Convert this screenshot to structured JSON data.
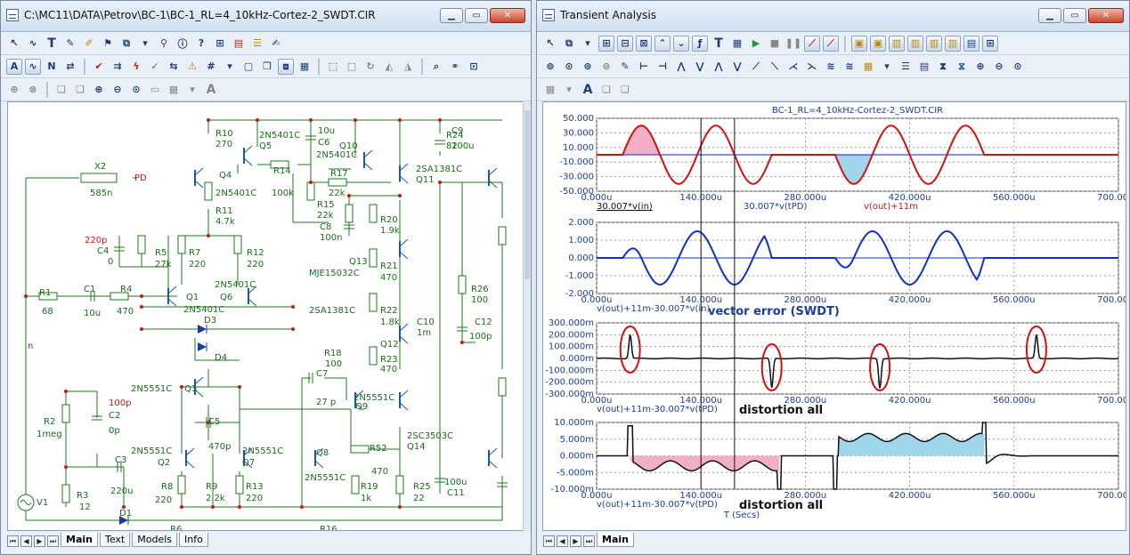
{
  "left_window": {
    "title": "C:\\MC11\\DATA\\Petrov\\BC-1\\BC-1_RL=4_10kHz-Cortez-2_SWDT.CIR",
    "tabs": [
      "Main",
      "Text",
      "Models",
      "Info"
    ],
    "schematic": {
      "labels": [
        {
          "id": "x2",
          "text": "X2"
        },
        {
          "id": "x2v",
          "text": "585n"
        },
        {
          "id": "pd",
          "text": "PD"
        },
        {
          "id": "r10",
          "text": "R10"
        },
        {
          "id": "r10v",
          "text": "270"
        },
        {
          "id": "q5",
          "text": "2N5401C"
        },
        {
          "id": "q5n",
          "text": "Q5"
        },
        {
          "id": "q4",
          "text": "Q4"
        },
        {
          "id": "q4v",
          "text": "2N5401C"
        },
        {
          "id": "r14",
          "text": "R14"
        },
        {
          "id": "r14v",
          "text": "100k"
        },
        {
          "id": "c6a",
          "text": "10u"
        },
        {
          "id": "c6",
          "text": "C6"
        },
        {
          "id": "q10v",
          "text": "2N5401C"
        },
        {
          "id": "q10",
          "text": "Q10"
        },
        {
          "id": "r17",
          "text": "R17"
        },
        {
          "id": "r17v",
          "text": "22k"
        },
        {
          "id": "r24",
          "text": "R24"
        },
        {
          "id": "r24v",
          "text": "82"
        },
        {
          "id": "c9",
          "text": "C9"
        },
        {
          "id": "c9v",
          "text": "100u"
        },
        {
          "id": "q11v",
          "text": "2SA1381C"
        },
        {
          "id": "q11",
          "text": "Q11"
        },
        {
          "id": "r11",
          "text": "R11"
        },
        {
          "id": "r11v",
          "text": "4.7k"
        },
        {
          "id": "r15",
          "text": "R15"
        },
        {
          "id": "r15v",
          "text": "22k"
        },
        {
          "id": "c8",
          "text": "C8"
        },
        {
          "id": "c8v",
          "text": "100n"
        },
        {
          "id": "r20",
          "text": "R20"
        },
        {
          "id": "r20v",
          "text": "1.9k"
        },
        {
          "id": "c4v",
          "text": "220p"
        },
        {
          "id": "c4",
          "text": "C4"
        },
        {
          "id": "c4z",
          "text": "0"
        },
        {
          "id": "r5",
          "text": "R5"
        },
        {
          "id": "r5v",
          "text": "27k"
        },
        {
          "id": "r7",
          "text": "R7"
        },
        {
          "id": "r7v",
          "text": "220"
        },
        {
          "id": "r12",
          "text": "R12"
        },
        {
          "id": "r12v",
          "text": "220"
        },
        {
          "id": "q13",
          "text": "Q13"
        },
        {
          "id": "q13v",
          "text": "MJE15032C"
        },
        {
          "id": "r21",
          "text": "R21"
        },
        {
          "id": "r21v",
          "text": "470"
        },
        {
          "id": "r26",
          "text": "R26"
        },
        {
          "id": "r26v",
          "text": "100"
        },
        {
          "id": "r1",
          "text": "R1"
        },
        {
          "id": "r1v",
          "text": "68"
        },
        {
          "id": "c1",
          "text": "C1"
        },
        {
          "id": "c1v",
          "text": "10u"
        },
        {
          "id": "r4",
          "text": "R4"
        },
        {
          "id": "r4v",
          "text": "470"
        },
        {
          "id": "q1",
          "text": "Q1"
        },
        {
          "id": "q1v",
          "text": "2N5401C"
        },
        {
          "id": "q6v",
          "text": "2N5401C"
        },
        {
          "id": "q6",
          "text": "Q6"
        },
        {
          "id": "d3",
          "text": "D3"
        },
        {
          "id": "d4",
          "text": "D4"
        },
        {
          "id": "q12v",
          "text": "2SA1381C"
        },
        {
          "id": "r22",
          "text": "R22"
        },
        {
          "id": "r22v",
          "text": "1.8k"
        },
        {
          "id": "c10",
          "text": "C10"
        },
        {
          "id": "c10v",
          "text": "1m"
        },
        {
          "id": "c12",
          "text": "C12"
        },
        {
          "id": "c12v",
          "text": "100p"
        },
        {
          "id": "q12",
          "text": "Q12"
        },
        {
          "id": "r18",
          "text": "R18"
        },
        {
          "id": "r18v",
          "text": "100"
        },
        {
          "id": "r23",
          "text": "R23"
        },
        {
          "id": "r23v",
          "text": "470"
        },
        {
          "id": "n",
          "text": "n"
        },
        {
          "id": "q3v",
          "text": "2N5551C"
        },
        {
          "id": "q3",
          "text": "Q3"
        },
        {
          "id": "c7",
          "text": "C7"
        },
        {
          "id": "c7v",
          "text": "27 p"
        },
        {
          "id": "q9v",
          "text": "2N5551C"
        },
        {
          "id": "q9",
          "text": "Q9"
        },
        {
          "id": "r2",
          "text": "R2"
        },
        {
          "id": "r2v",
          "text": "1meg"
        },
        {
          "id": "c2v",
          "text": "100p"
        },
        {
          "id": "c2",
          "text": "C2"
        },
        {
          "id": "c2z",
          "text": "0p"
        },
        {
          "id": "c5",
          "text": "C5"
        },
        {
          "id": "c5v",
          "text": "470p"
        },
        {
          "id": "q2v",
          "text": "2N5551C"
        },
        {
          "id": "q2",
          "text": "Q2"
        },
        {
          "id": "q7v",
          "text": "2N5551C"
        },
        {
          "id": "q7",
          "text": "Q7"
        },
        {
          "id": "q8",
          "text": "Q8"
        },
        {
          "id": "q8v",
          "text": "2N5551C"
        },
        {
          "id": "r52",
          "text": "R52"
        },
        {
          "id": "r52v",
          "text": "470"
        },
        {
          "id": "q14v",
          "text": "2SC3503C"
        },
        {
          "id": "q14",
          "text": "Q14"
        },
        {
          "id": "c3",
          "text": "C3"
        },
        {
          "id": "c3v",
          "text": "220u"
        },
        {
          "id": "r8",
          "text": "R8"
        },
        {
          "id": "r8v",
          "text": "220"
        },
        {
          "id": "r9",
          "text": "R9"
        },
        {
          "id": "r9v",
          "text": "2.2k"
        },
        {
          "id": "r13",
          "text": "R13"
        },
        {
          "id": "r13v",
          "text": "220"
        },
        {
          "id": "r19",
          "text": "R19"
        },
        {
          "id": "r19v",
          "text": "1k"
        },
        {
          "id": "r25",
          "text": "R25"
        },
        {
          "id": "r25v",
          "text": "22"
        },
        {
          "id": "c11v",
          "text": "100u"
        },
        {
          "id": "c11",
          "text": "C11"
        },
        {
          "id": "r3",
          "text": "R3"
        },
        {
          "id": "r3v",
          "text": "12"
        },
        {
          "id": "v1",
          "text": "V1"
        },
        {
          "id": "d1",
          "text": "D1"
        },
        {
          "id": "r6",
          "text": "R6"
        },
        {
          "id": "r16",
          "text": "R16"
        }
      ]
    }
  },
  "right_window": {
    "title": "Transient Analysis",
    "tabs": [
      "Main"
    ],
    "chart_data": {
      "type": "line",
      "title": "BC-1_RL=4_10kHz-Cortez-2_SWDT.CIR",
      "xlabel": "T (Secs)",
      "x_ticks": [
        "0.000u",
        "140.000u",
        "280.000u",
        "420.000u",
        "560.000u",
        "700.000u"
      ],
      "panels": [
        {
          "y_ticks": [
            "50.000",
            "30.000",
            "10.000",
            "-10.000",
            "-30.000",
            "-50.000"
          ],
          "ylim": [
            -50,
            50
          ],
          "legend": [
            "30.007*v(in)",
            "30.007*v(tPD)",
            "v(out)+11m"
          ],
          "series_colors": [
            "#1f1f1f",
            "#1020c8",
            "#d41010"
          ],
          "shade_color": "#f2b0c4",
          "shade2_color": "#9fd6ec"
        },
        {
          "y_ticks": [
            "2.000",
            "1.000",
            "0.000",
            "-1.000",
            "-2.000"
          ],
          "ylim": [
            -2,
            2
          ],
          "legend": [
            "v(out)+11m-30.007*v(in)"
          ],
          "annotation": "vector error (SWDT)",
          "series_colors": [
            "#1030c8"
          ]
        },
        {
          "y_ticks": [
            "300.000m",
            "200.000m",
            "100.000m",
            "0.000m",
            "-100.000m",
            "-200.000m",
            "-300.000m"
          ],
          "ylim": [
            -300,
            300
          ],
          "legend": [
            "v(out)+11m-30.007*v(tPD)"
          ],
          "annotation": "distortion all",
          "series_colors": [
            "#111111"
          ]
        },
        {
          "y_ticks": [
            "10.000m",
            "5.000m",
            "0.000m",
            "-5.000m",
            "-10.000m"
          ],
          "ylim": [
            -10,
            10
          ],
          "legend": [
            "v(out)+11m-30.007*v(tPD)"
          ],
          "annotation": "distortion all",
          "series_colors": [
            "#111111"
          ]
        }
      ]
    }
  }
}
